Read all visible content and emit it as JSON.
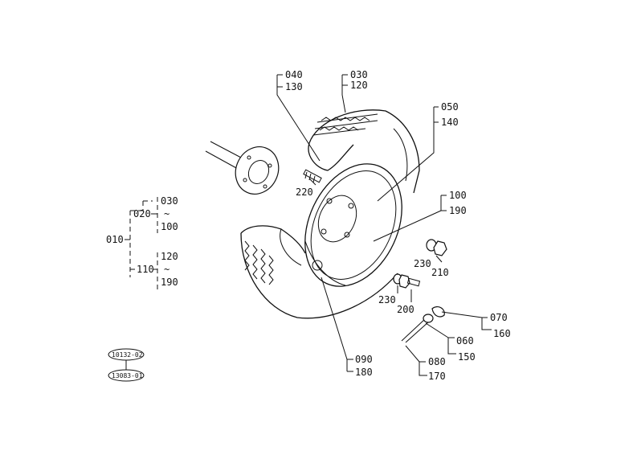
{
  "callouts": {
    "c040": "040",
    "c130": "130",
    "c030": "030",
    "c120": "120",
    "c050": "050",
    "c140": "140",
    "c220": "220",
    "c100": "100",
    "c190": "190",
    "c230a": "230",
    "c210": "210",
    "c230b": "230",
    "c200": "200",
    "c070": "070",
    "c160": "160",
    "c060": "060",
    "c150": "150",
    "c090": "090",
    "c180": "180",
    "c080": "080",
    "c170": "170"
  },
  "tree": {
    "root": "010",
    "n020": "020",
    "n030": "030",
    "n100": "100",
    "n110": "110",
    "n120": "120",
    "n190": "190"
  },
  "refs": {
    "top": "10132-02",
    "bottom": "13083-01"
  }
}
